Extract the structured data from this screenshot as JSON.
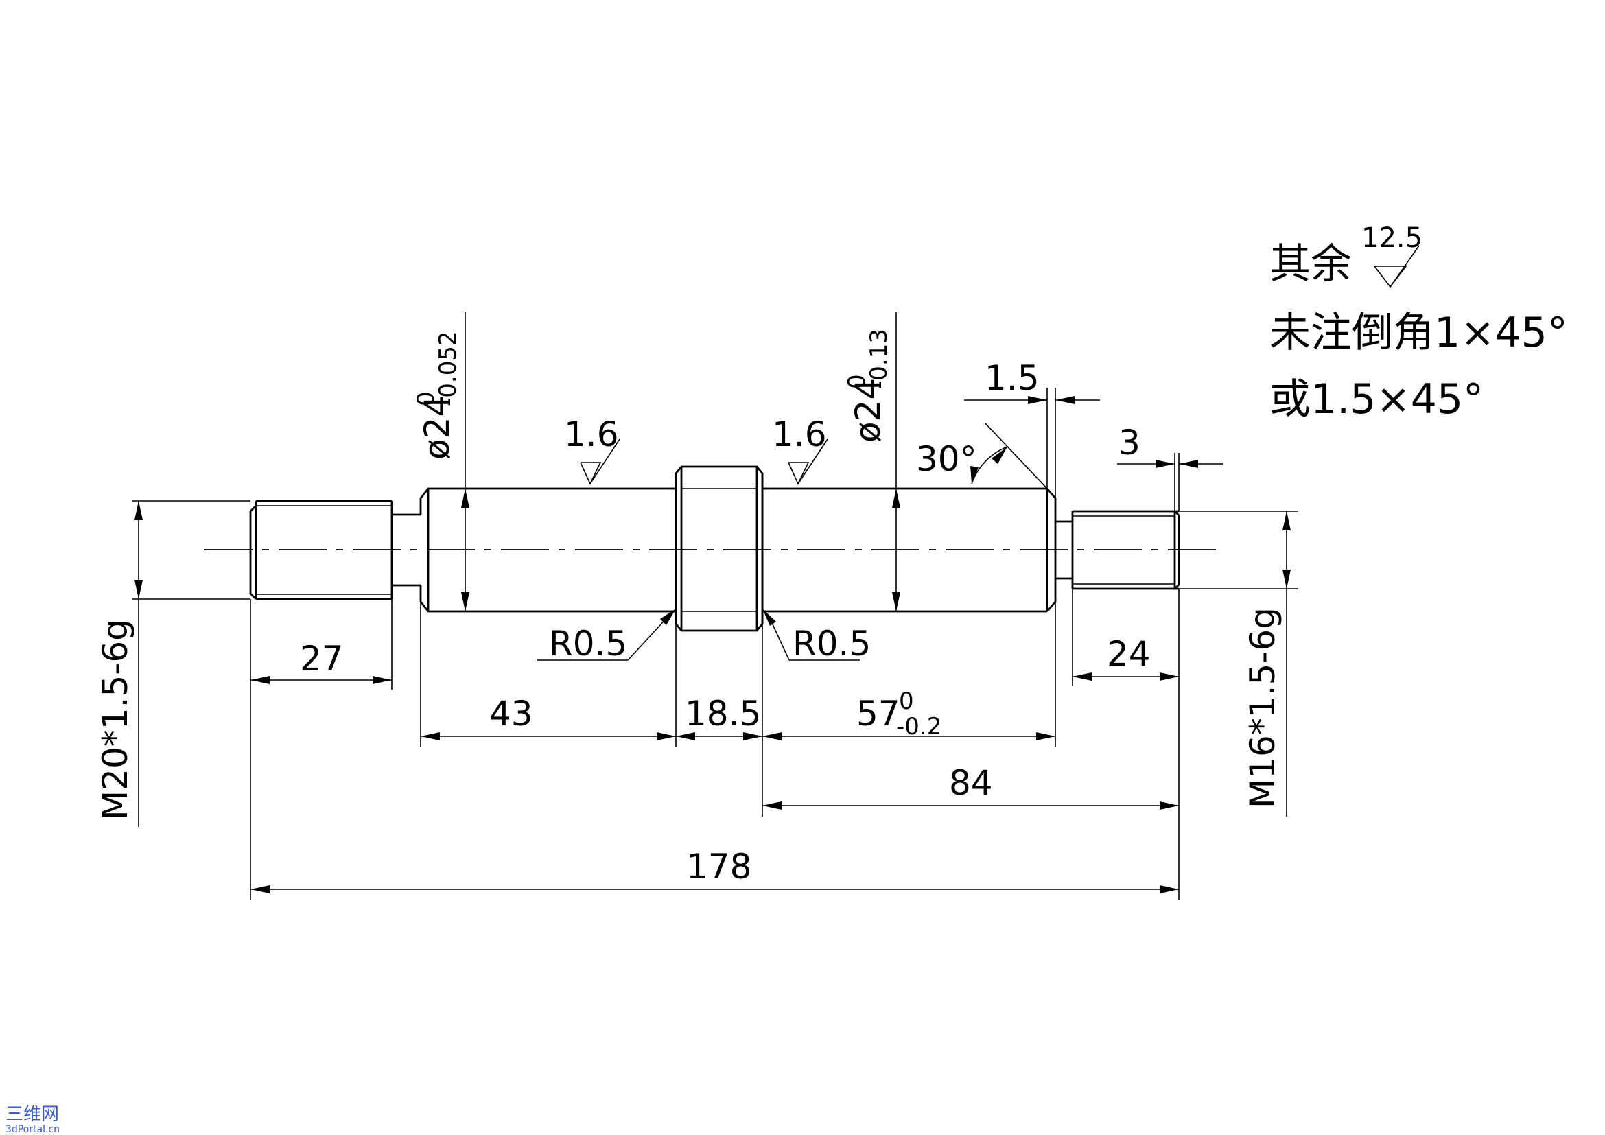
{
  "notes": {
    "line1": "其余",
    "line1_roughness": "12.5",
    "line2": "未注倒角1×45°",
    "line3": "或1.5×45°"
  },
  "dimensions": {
    "left_thread": "M20*1.5-6g",
    "right_thread": "M16*1.5-6g",
    "left_thread_len": "27",
    "right_thread_len": "24",
    "shaft_left_len": "43",
    "hex_len": "18.5",
    "shaft_right_len": "57",
    "shaft_right_tol_upper": "0",
    "shaft_right_tol_lower": "-0.2",
    "right_span": "84",
    "overall": "178",
    "chamfer_width": "1.5",
    "end_chamfer": "3",
    "angle": "30°",
    "fillet_left": "R0.5",
    "fillet_right": "R0.5",
    "dia_left": "ø24",
    "dia_left_tol_upper": "0",
    "dia_left_tol_lower": "-0.052",
    "dia_right": "ø24",
    "dia_right_tol_upper": "0",
    "dia_right_tol_lower": "-0.13",
    "roughness_left": "1.6",
    "roughness_right": "1.6"
  },
  "watermark": {
    "logo": "三维网",
    "url": "3dPortal.cn"
  }
}
